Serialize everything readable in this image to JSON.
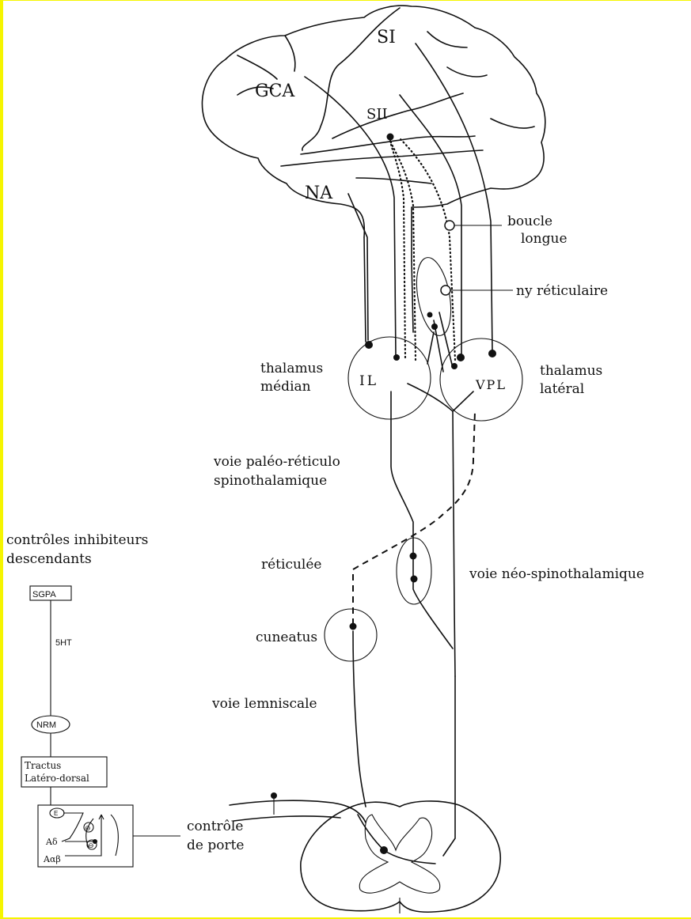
{
  "brain": {
    "areas": {
      "s1": "SI",
      "s2": "SII",
      "gca": "GCA",
      "na": "NA"
    },
    "boucle_longue": [
      "boucle",
      "longue"
    ],
    "ny_reticulaire": "ny réticulaire"
  },
  "thalamus": {
    "median": {
      "label": [
        "thalamus",
        "médian"
      ],
      "nucleus": "IL"
    },
    "lateral": {
      "label": [
        "thalamus",
        "latéral"
      ],
      "nucleus": "VPL"
    }
  },
  "pathways": {
    "paleo": [
      "voie paléo-réticulo",
      "spinothalamique"
    ],
    "reticulee": "réticulée",
    "neo": "voie néo-spinothalamique",
    "cuneatus": "cuneatus",
    "lemniscale": "voie lemniscale"
  },
  "inhibitory": {
    "title": [
      "contrôles inhibiteurs",
      "descendants"
    ],
    "sgpa": "SGPA",
    "serotonin": "5HT",
    "nrm": "NRM",
    "tract": [
      "Tractus",
      "Latéro-dorsal"
    ],
    "gate_inputs": {
      "e": "E",
      "a_delta": "Aδ",
      "a_alpha_beta": "Aαβ"
    },
    "gate_label": [
      "contrôle",
      "de porte"
    ]
  },
  "colors": {
    "frame": "#f5f500",
    "ink": "#111111"
  }
}
